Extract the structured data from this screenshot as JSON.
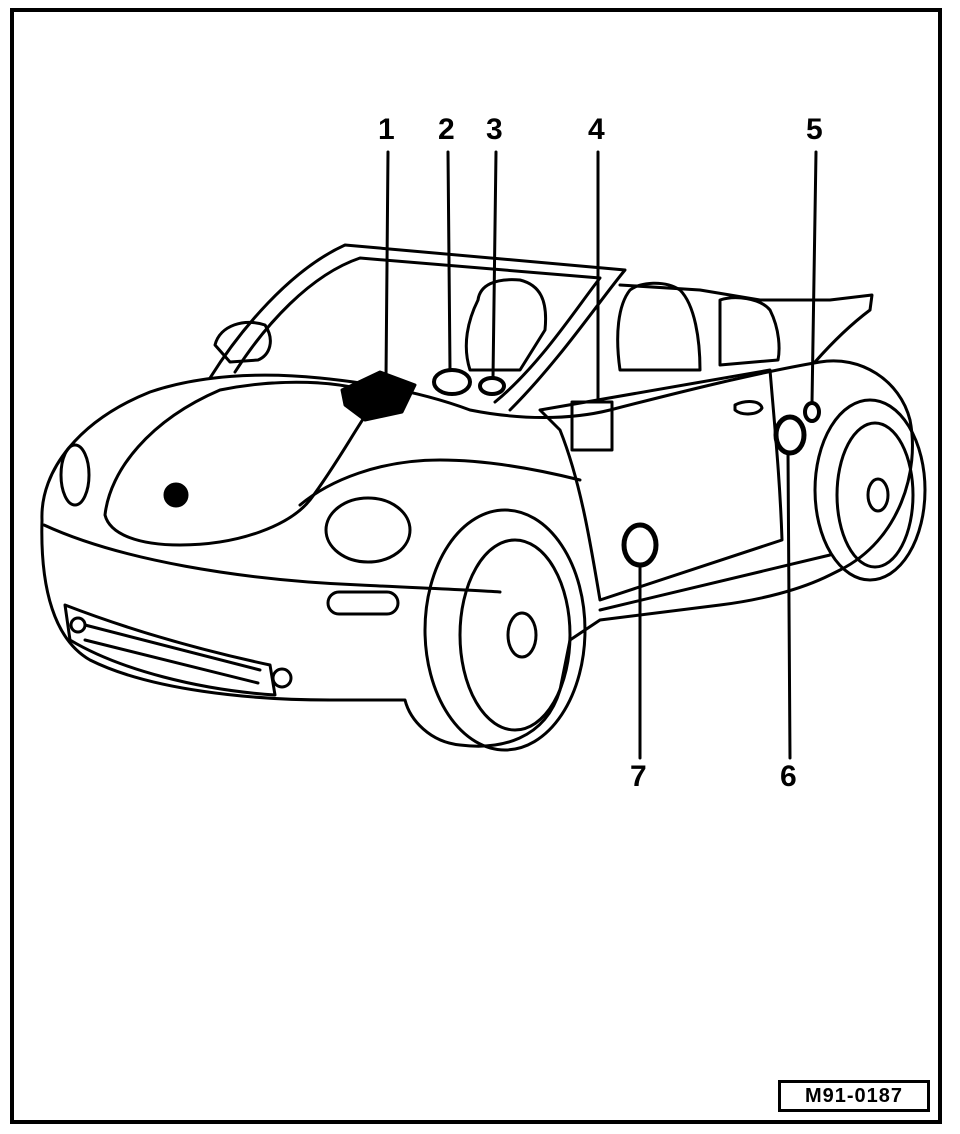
{
  "callouts": {
    "c1": "1",
    "c2": "2",
    "c3": "3",
    "c4": "4",
    "c5": "5",
    "c6": "6",
    "c7": "7"
  },
  "figure_ref": "M91-0187",
  "colors": {
    "line": "#000000",
    "background": "#ffffff"
  }
}
